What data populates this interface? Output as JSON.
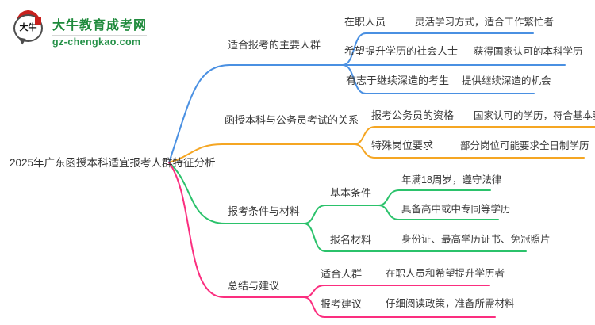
{
  "site": {
    "logo_icon_text": "大牛",
    "logo_title": "大牛教育成考网",
    "logo_domain": "gz-chengkao.com",
    "brand_green": "#1f8a3c",
    "brand_red": "#c8201d"
  },
  "mindmap": {
    "root": "2025年广东函授本科适宜报考人群特征分析",
    "branches": [
      {
        "label": "适合报考的主要人群",
        "color": "#4a90e2",
        "children": [
          {
            "label": "在职人员",
            "detail": "灵活学习方式，适合工作繁忙者"
          },
          {
            "label": "希望提升学历的社会人士",
            "detail": "获得国家认可的本科学历"
          },
          {
            "label": "有志于继续深造的考生",
            "detail": "提供继续深造的机会"
          }
        ]
      },
      {
        "label": "函授本科与公务员考试的关系",
        "color": "#f5a623",
        "children": [
          {
            "label": "报考公务员的资格",
            "detail": "国家认可的学历，符合基本要求"
          },
          {
            "label": "特殊岗位要求",
            "detail": "部分岗位可能要求全日制学历"
          }
        ]
      },
      {
        "label": "报考条件与材料",
        "color": "#2bc26b",
        "children": [
          {
            "label": "基本条件",
            "details": [
              "年满18周岁，遵守法律",
              "具备高中或中专同等学历"
            ]
          },
          {
            "label": "报名材料",
            "detail": "身份证、最高学历证书、免冠照片"
          }
        ]
      },
      {
        "label": "总结与建议",
        "color": "#fb2e7f",
        "children": [
          {
            "label": "适合人群",
            "detail": "在职人员和希望提升学历者"
          },
          {
            "label": "报考建议",
            "detail": "仔细阅读政策，准备所需材料"
          }
        ]
      }
    ]
  }
}
